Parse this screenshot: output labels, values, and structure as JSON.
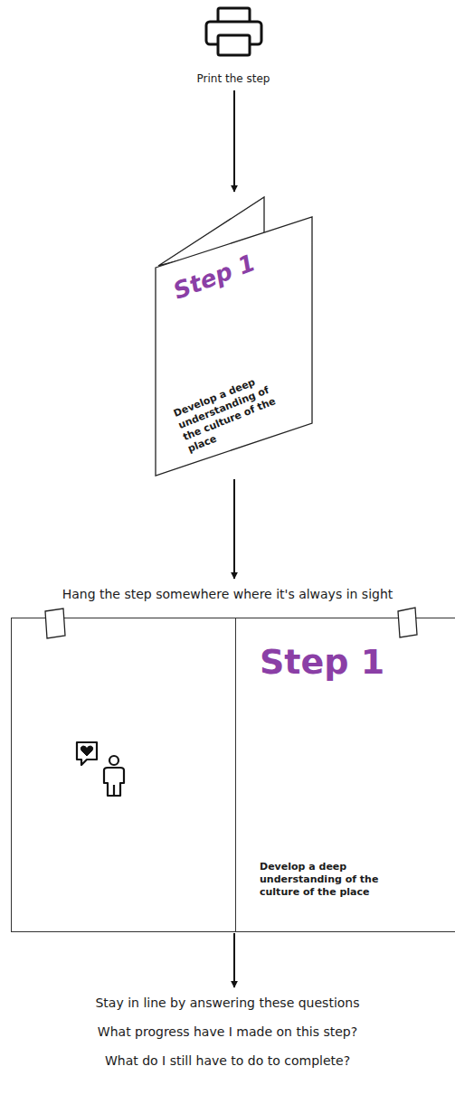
{
  "diagram": {
    "nodes": [
      {
        "text": [
          "Print the step"
        ]
      },
      {
        "text": [
          "Step 1",
          "Develop a deep understanding of the culture of the place"
        ]
      },
      {
        "text": [
          "Hang the step somewhere where it's always in sight",
          "Step 1",
          "Develop a deep understanding of the culture of the place"
        ]
      },
      {
        "text": [
          "Stay in line by answering these questions",
          "What progress have I made on this step?",
          "What do I still have to do to complete?"
        ]
      }
    ],
    "edges": [
      {
        "from": 0,
        "to": 1,
        "arrow": "to"
      },
      {
        "from": 1,
        "to": 2,
        "arrow": "to"
      },
      {
        "from": 2,
        "to": 3,
        "arrow": "to"
      }
    ]
  }
}
